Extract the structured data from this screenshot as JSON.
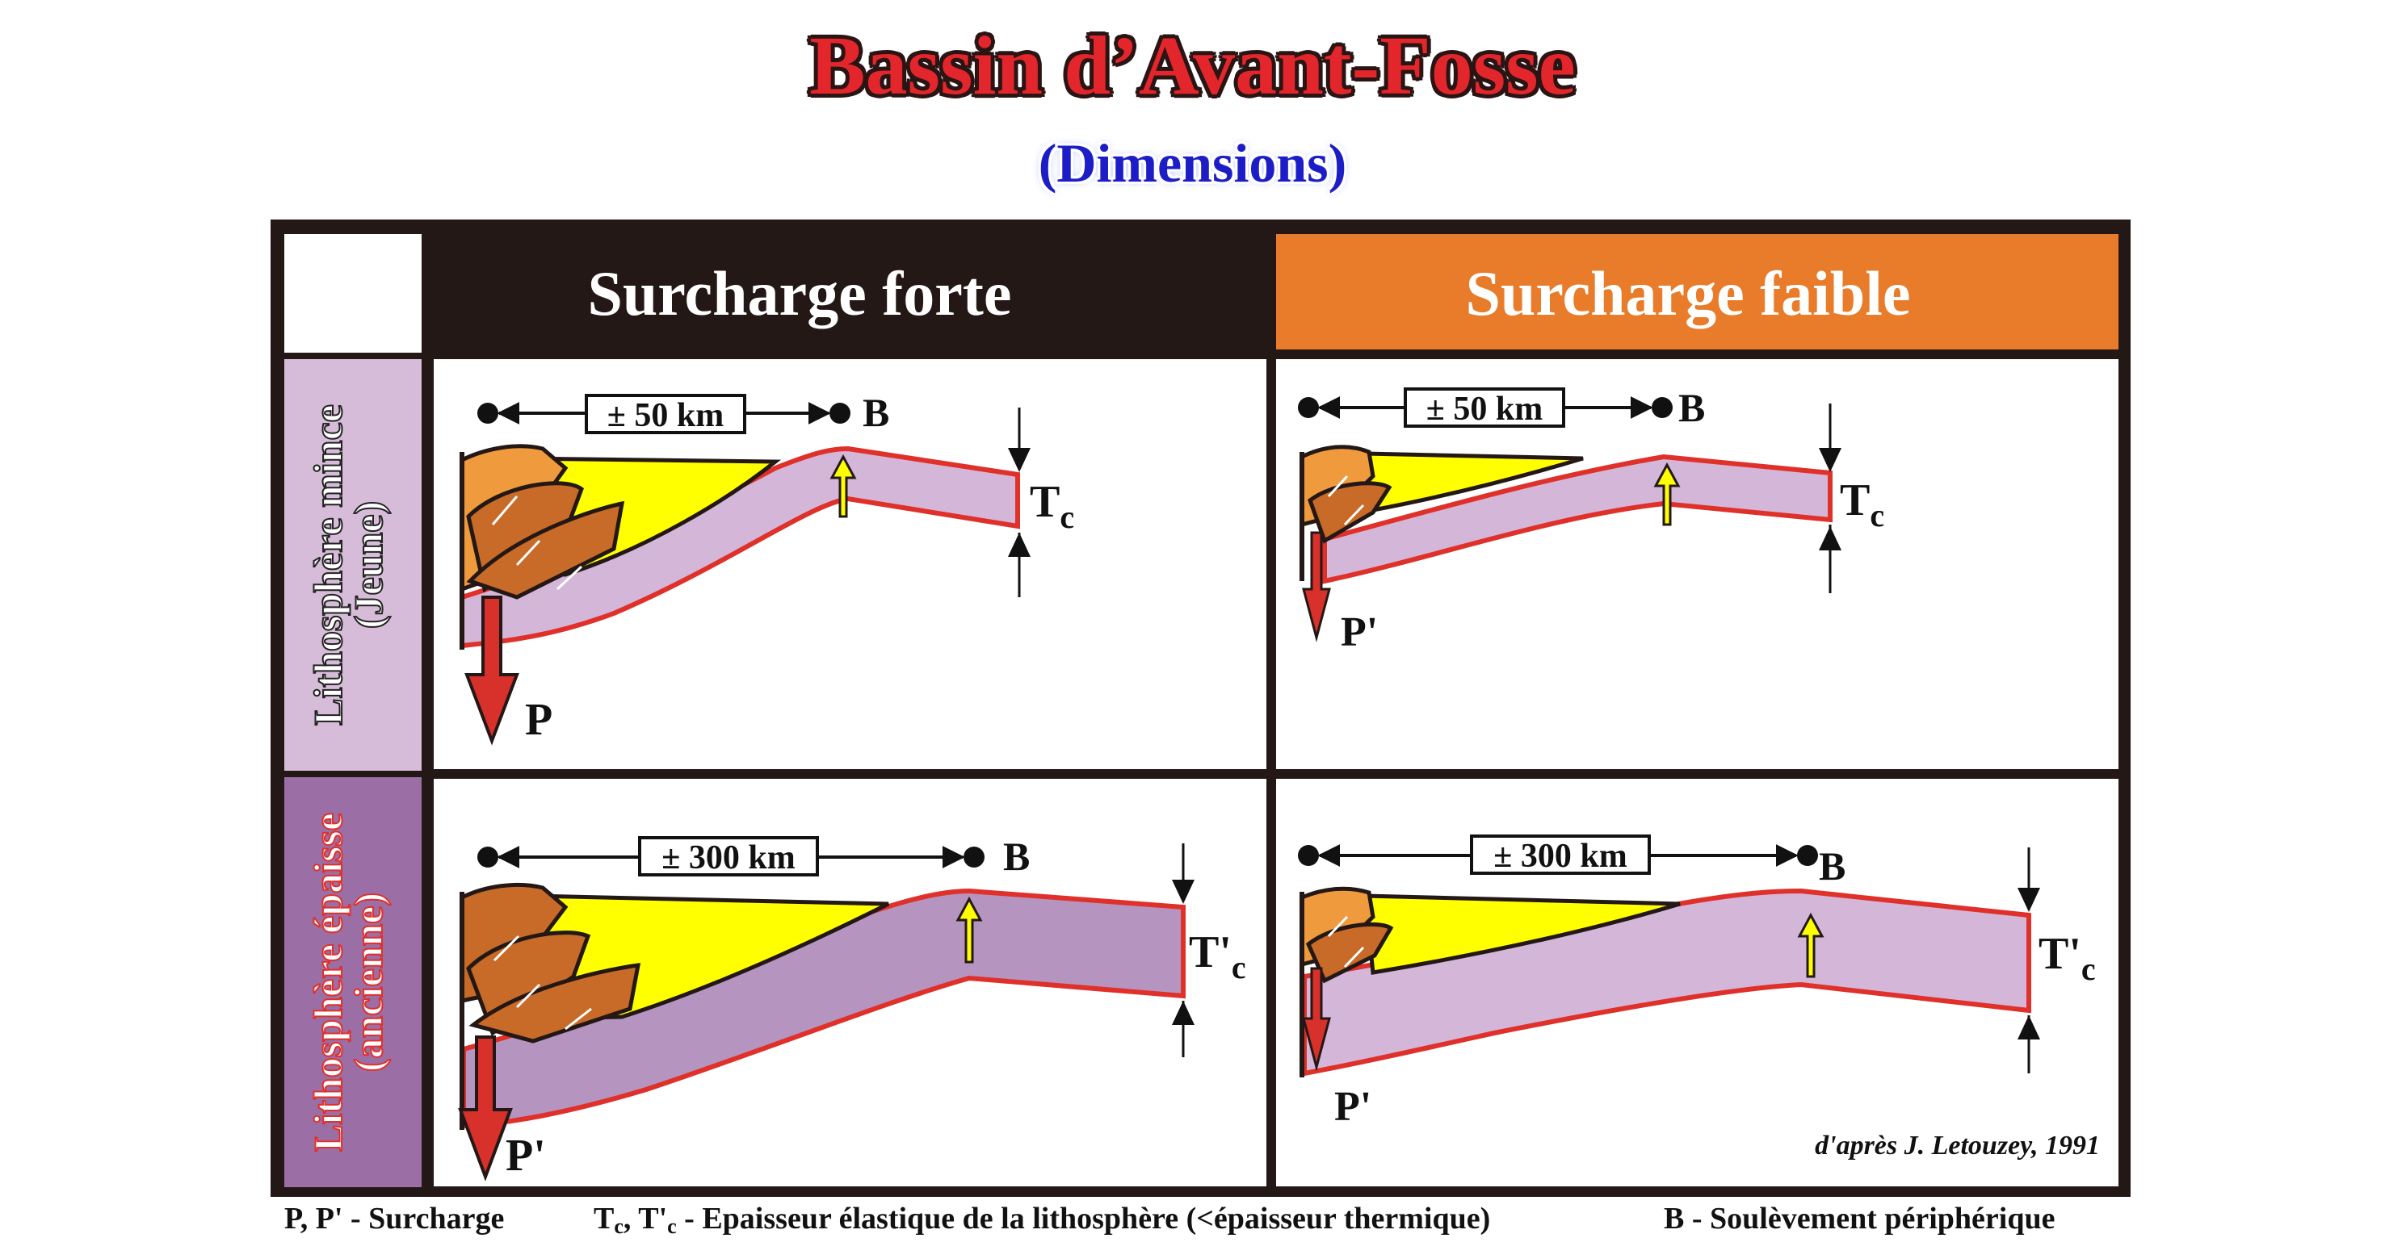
{
  "title": "Bassin d’Avant-Fosse",
  "subtitle": "(Dimensions)",
  "columns": {
    "strong": "Surcharge forte",
    "weak": "Surcharge faible"
  },
  "rows": {
    "thin_line1": "Lithosphère mince",
    "thin_line2": "(Jeune)",
    "thick_line1": "Lithosphère épaisse",
    "thick_line2": "(ancienne)"
  },
  "panels": {
    "thin_strong": {
      "distance": "± 50 km",
      "bulge": "B",
      "thickness_main": "T",
      "thickness_sub": "c",
      "load": "P"
    },
    "thin_weak": {
      "distance": "± 50 km",
      "bulge": "B",
      "thickness_main": "T",
      "thickness_sub": "c",
      "load": "P'"
    },
    "thick_strong": {
      "distance": "± 300 km",
      "bulge": "B",
      "thickness_main": "T'",
      "thickness_sub": "c",
      "load": "P'"
    },
    "thick_weak": {
      "distance": "± 300 km",
      "bulge": "B",
      "thickness_main": "T'",
      "thickness_sub": "c",
      "load": "P'"
    }
  },
  "credit": "d'après J. Letouzey, 1991",
  "legend": {
    "load": "P, P' - Surcharge",
    "thickness_prefix1": "T",
    "thickness_sub1": "c",
    "thickness_mid": ", T'",
    "thickness_sub2": "c",
    "thickness_rest": " - Epaisseur élastique de la lithosphère (<épaisseur thermique)",
    "bulge": "B - Soulèvement périphérique"
  },
  "colors": {
    "frame": "#231815",
    "orange_header": "#e87c2a",
    "lilac_light": "#d6bcd9",
    "lilac_dark": "#9b6fa6",
    "plate_light": "#d3b6d8",
    "plate_dark": "#b594c0",
    "sediment": "#ffff00",
    "wedge_orange": "#f09a3e",
    "wedge_brown": "#c86a28",
    "load_arrow": "#d8302a",
    "outline_red": "#e0302a"
  }
}
